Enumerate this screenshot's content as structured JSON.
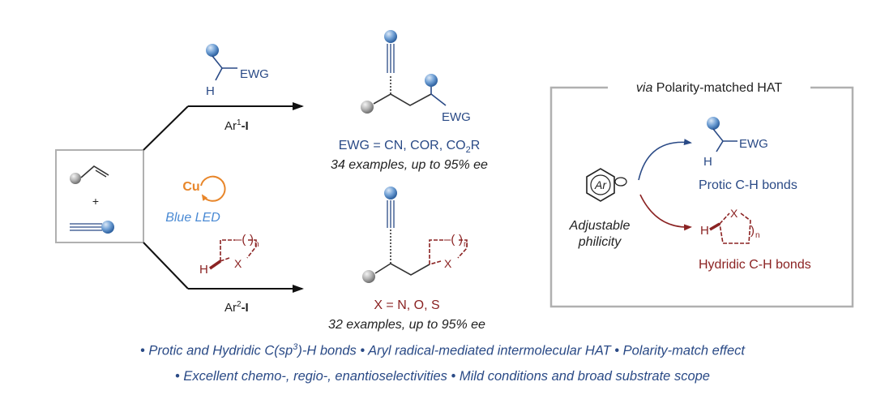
{
  "top_reagent": {
    "group": "EWG",
    "h": "H",
    "aryl_prefix": "Ar",
    "aryl_sup": "1",
    "aryl_suffix": "-I"
  },
  "bottom_reagent": {
    "h": "H",
    "x": "X",
    "n": "n",
    "aryl_prefix": "Ar",
    "aryl_sup": "2",
    "aryl_suffix": "-I"
  },
  "catalyst": {
    "metal": "Cu",
    "light": "Blue LED"
  },
  "substrates": {
    "plus": "+"
  },
  "top_product": {
    "group": "EWG",
    "scope_a": "EWG = CN, COR, CO",
    "scope_sub": "2",
    "scope_b": "R",
    "examples": "34 examples, up to 95% ",
    "ee": "ee"
  },
  "bottom_product": {
    "x": "X",
    "n": "n",
    "scope": "X = N, O, S",
    "examples": "32 examples, up to 95% ",
    "ee": "ee"
  },
  "hat_box": {
    "title_via": "via",
    "title_rest": " Polarity-matched HAT",
    "ar": "Ar",
    "adjustable": "Adjustable",
    "philicity": "philicity",
    "protic_group": "EWG",
    "protic_h": "H",
    "protic_label": "Protic C-H bonds",
    "hydridic_h": "H",
    "hydridic_x": "X",
    "hydridic_n": "n",
    "hydridic_label": "Hydridic C-H bonds"
  },
  "bullets": {
    "line1_a": "• Protic and Hydridic C(sp",
    "line1_sup": "3",
    "line1_b": ")-H bonds  • Aryl radical-mediated intermolecular HAT  • Polarity-match effect",
    "line2": "• Excellent chemo-, regio-, enantioselectivities  • Mild conditions and broad substrate scope"
  },
  "colors": {
    "blue_text": "#2a4a86",
    "red_text": "#8b2323",
    "catalyst_orange": "#e8862a",
    "led_blue": "#4a8ad4",
    "sphere_blue": "#5b8fc9",
    "sphere_gray": "#9a9a9a",
    "box_gray": "#b0b0b0"
  }
}
